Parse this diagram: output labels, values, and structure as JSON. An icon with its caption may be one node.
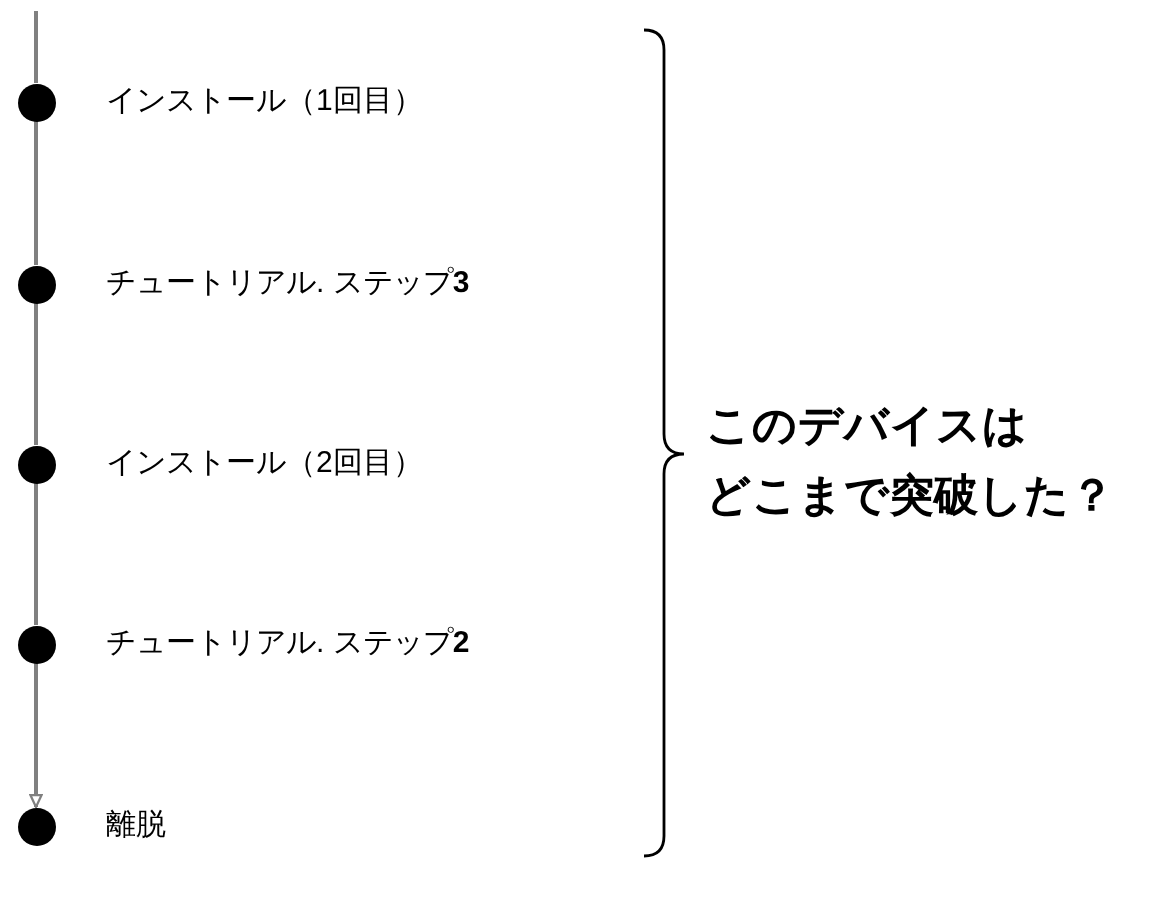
{
  "diagram": {
    "nodes": [
      {
        "text": [],
        "shape": "circle",
        "beside": [
          "インストール（1回目）"
        ]
      },
      {
        "text": [],
        "shape": "circle",
        "beside": [
          "チュートリアル. ステップ**3**"
        ]
      },
      {
        "text": [],
        "shape": "circle",
        "beside": [
          "インストール（2回目）"
        ]
      },
      {
        "text": [],
        "shape": "circle",
        "beside": [
          "チュートリアル. ステップ**2**"
        ]
      },
      {
        "text": [],
        "shape": "circle",
        "beside": [
          "離脱"
        ]
      }
    ],
    "edges": [
      {
        "from": null,
        "to": 0,
        "arrow": "none"
      },
      {
        "from": 0,
        "to": 1,
        "arrow": "none"
      },
      {
        "from": 1,
        "to": 2,
        "arrow": "none"
      },
      {
        "from": 2,
        "to": 3,
        "arrow": "none"
      },
      {
        "from": 3,
        "to": 4,
        "arrow": "to"
      }
    ],
    "labels": [
      "このデバイスはどこまで突破した？"
    ]
  }
}
